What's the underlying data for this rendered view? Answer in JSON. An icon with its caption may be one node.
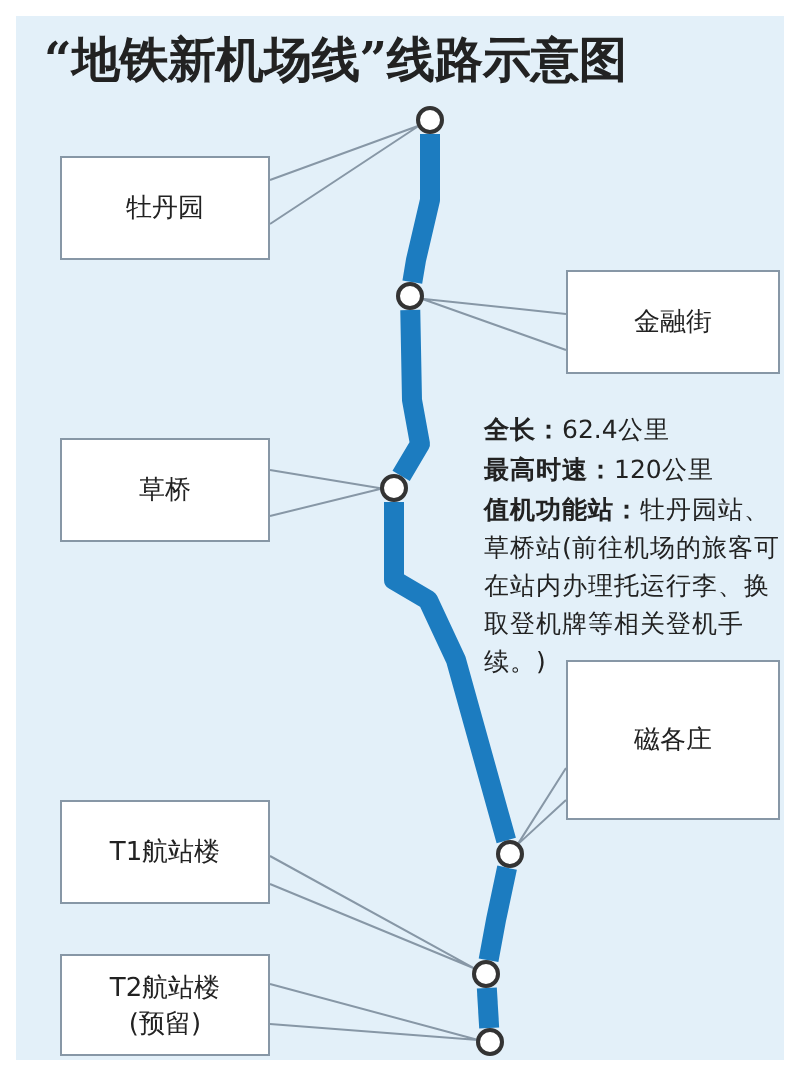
{
  "diagram": {
    "title": "“地铁新机场线”线路示意图",
    "nodes": [
      {
        "text": [
          "牡丹园"
        ]
      },
      {
        "text": [],
        "shape": "circle"
      },
      {
        "text": [
          "金融街"
        ]
      },
      {
        "text": [],
        "shape": "circle"
      },
      {
        "text": [
          "草桥"
        ]
      },
      {
        "text": [],
        "shape": "circle"
      },
      {
        "text": [
          "磁各庄"
        ]
      },
      {
        "text": [],
        "shape": "circle"
      },
      {
        "text": [
          "T1航站楼"
        ]
      },
      {
        "text": [],
        "shape": "circle"
      },
      {
        "text": [
          "T2航站楼(预留)"
        ]
      },
      {
        "text": [],
        "shape": "circle"
      }
    ],
    "edges": [
      {
        "from": 0,
        "to": 1,
        "arrow": "none"
      },
      {
        "from": 2,
        "to": 3,
        "arrow": "none"
      },
      {
        "from": 4,
        "to": 5,
        "arrow": "none"
      },
      {
        "from": 6,
        "to": 7,
        "arrow": "none"
      },
      {
        "from": 8,
        "to": 9,
        "arrow": "none"
      },
      {
        "from": 10,
        "to": 11,
        "arrow": "none"
      },
      {
        "from": 1,
        "to": 3,
        "arrow": "none",
        "style": "thick",
        "color": "#1c7cc0"
      },
      {
        "from": 3,
        "to": 5,
        "arrow": "none",
        "style": "thick",
        "color": "#1c7cc0"
      },
      {
        "from": 5,
        "to": 7,
        "arrow": "none",
        "style": "thick",
        "color": "#1c7cc0"
      },
      {
        "from": 7,
        "to": 9,
        "arrow": "none",
        "style": "thick",
        "color": "#1c7cc0"
      },
      {
        "from": 9,
        "to": 11,
        "arrow": "none",
        "style": "thick",
        "color": "#1c7cc0"
      }
    ],
    "labels": [
      "**全长：**62.4公里",
      "**最高时速：**120公里",
      "**值机功能站：**牡丹园站、草桥站(前往机场的旅客可在站内办理托运行李、换取登机牌等相关登机手续。)"
    ]
  }
}
